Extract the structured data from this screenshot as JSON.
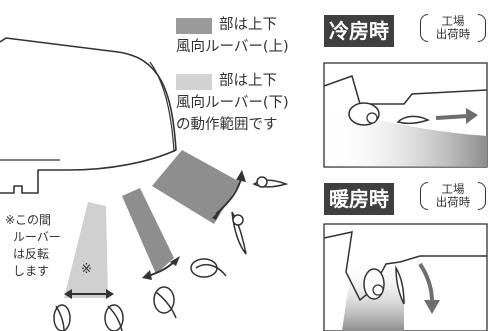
{
  "legend": {
    "upper": {
      "line1": "部は上下",
      "line2": "風向ルーバー(上)",
      "color": "#9a9a9a"
    },
    "lower": {
      "line1": "部は上下",
      "line2": "風向ルーバー(下)",
      "line3": "の動作範囲です",
      "color": "#d2d2d2"
    }
  },
  "cooling": {
    "label": "冷房時",
    "note_line1": "工場",
    "note_line2": "出荷時"
  },
  "heating": {
    "label": "暖房時",
    "note_line1": "工場",
    "note_line2": "出荷時"
  },
  "note": {
    "line1": "※この間",
    "line2": "ルーバー",
    "line3": "は反転",
    "line4": "します",
    "mark": "※"
  },
  "colors": {
    "dark_gray": "#8e8e8e",
    "light_gray": "#cfcfcf",
    "line": "#333333",
    "label_bg": "#3f3f3f"
  },
  "icons": [
    "louver-icon",
    "arrow-icon",
    "air-flow-arrow-icon",
    "air-conditioner-icon"
  ]
}
